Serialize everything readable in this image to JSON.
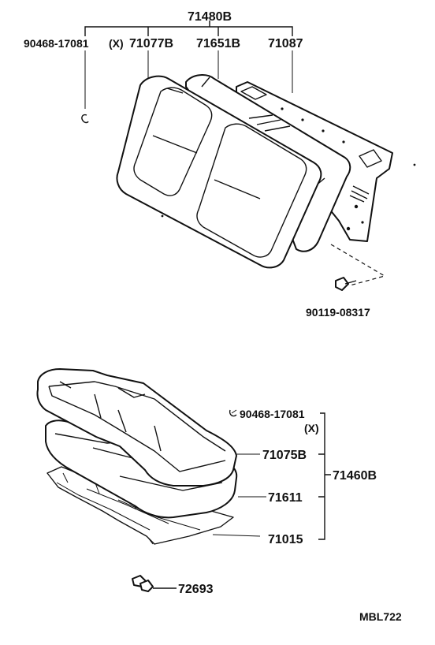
{
  "callouts": {
    "back_assembly": "71480B",
    "back_clip": "90468-17081",
    "back_clip_note": "(X)",
    "back_cover": "71077B",
    "back_pad": "71651B",
    "back_frame": "71087",
    "back_bolt": "90119-08317",
    "cushion_clip": "90468-17081",
    "cushion_clip_note": "(X)",
    "cushion_cover": "71075B",
    "cushion_assembly": "71460B",
    "cushion_pad": "71611",
    "cushion_frame": "71015",
    "hook": "72693",
    "figure_code": "MBL722"
  }
}
